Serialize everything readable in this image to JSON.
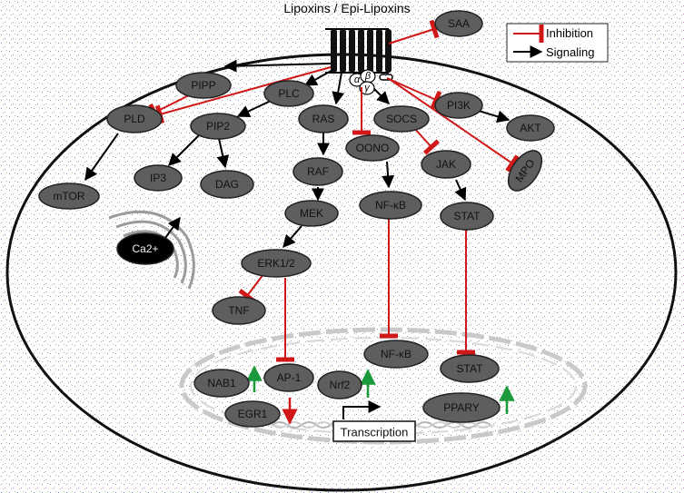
{
  "diagram": {
    "title": "Lipoxins / Epi-Lipoxins",
    "legend": {
      "inhibition_label": "Inhibition",
      "signaling_label": "Signaling"
    },
    "receptor_subunits": {
      "alpha": "α",
      "beta": "β",
      "gamma": "γ"
    },
    "nodes": {
      "saa": "SAA",
      "pipp": "PIPP",
      "plc": "PLC",
      "pld": "PLD",
      "pip2": "PIP2",
      "ras": "RAS",
      "socs": "SOCS",
      "pi3k": "PI3K",
      "akt": "AKT",
      "mpo": "MPO",
      "oono": "OONO",
      "jak": "JAK",
      "raf": "RAF",
      "ip3": "IP3",
      "dag": "DAG",
      "mtor": "mTOR",
      "mek": "MEK",
      "nfkb": "NF-κB",
      "stat": "STAT",
      "ca": "Ca2+",
      "erk": "ERK1/2",
      "tnf": "TNF",
      "nfkb_nuc": "NF-κB",
      "stat_nuc": "STAT",
      "nab1": "NAB1",
      "ap1": "AP-1",
      "nrf2": "Nrf2",
      "egr1": "EGR1",
      "ppary": "PPARY"
    },
    "transcription_label": "Transcription",
    "colors": {
      "node_fill": "#5e5e5e",
      "inhibition": "#d01818",
      "signaling": "#000000",
      "upregulation": "#1a9a3a",
      "downregulation": "#d01818"
    }
  }
}
